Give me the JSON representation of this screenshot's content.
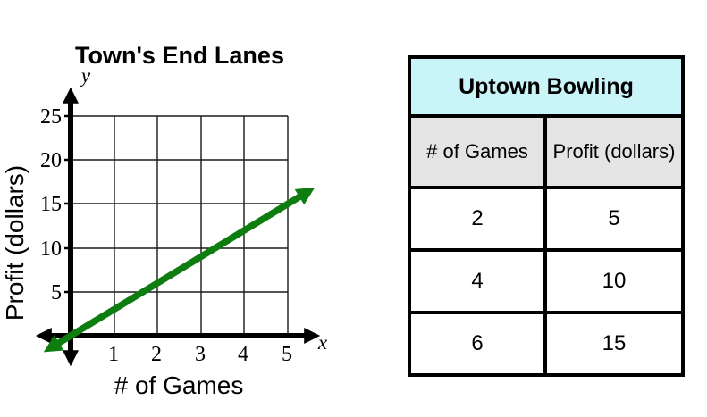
{
  "graph": {
    "title": "Town's End Lanes",
    "xlabel": "# of Games",
    "ylabel": "Profit (dollars)",
    "x_letter": "x",
    "y_letter": "y",
    "yticks": [
      "25",
      "20",
      "15",
      "10",
      "5"
    ],
    "xticks": [
      "1",
      "2",
      "3",
      "4",
      "5"
    ],
    "line_color": "#0e7d10",
    "axis_color": "#000000"
  },
  "table": {
    "title": "Uptown Bowling",
    "title_bg": "#c9f4f8",
    "header_bg": "#e4e4e4",
    "columns": [
      "# of Games",
      "Profit (dollars)"
    ],
    "rows": [
      [
        "2",
        "5"
      ],
      [
        "4",
        "10"
      ],
      [
        "6",
        "15"
      ]
    ]
  },
  "chart_data": [
    {
      "type": "line",
      "title": "Town's End Lanes",
      "xlabel": "# of Games",
      "ylabel": "Profit (dollars)",
      "x": [
        0,
        1,
        2,
        3,
        4,
        5
      ],
      "y": [
        0,
        3,
        6,
        9,
        12,
        15
      ],
      "xticks": [
        1,
        2,
        3,
        4,
        5
      ],
      "yticks": [
        5,
        10,
        15,
        20,
        25
      ],
      "xlim": [
        0,
        5.5
      ],
      "ylim": [
        0,
        25
      ],
      "grid": true,
      "line_color": "#0e7d10",
      "arrows_both_ends": true
    },
    {
      "type": "table",
      "title": "Uptown Bowling",
      "columns": [
        "# of Games",
        "Profit (dollars)"
      ],
      "rows": [
        [
          2,
          5
        ],
        [
          4,
          10
        ],
        [
          6,
          15
        ]
      ]
    }
  ]
}
